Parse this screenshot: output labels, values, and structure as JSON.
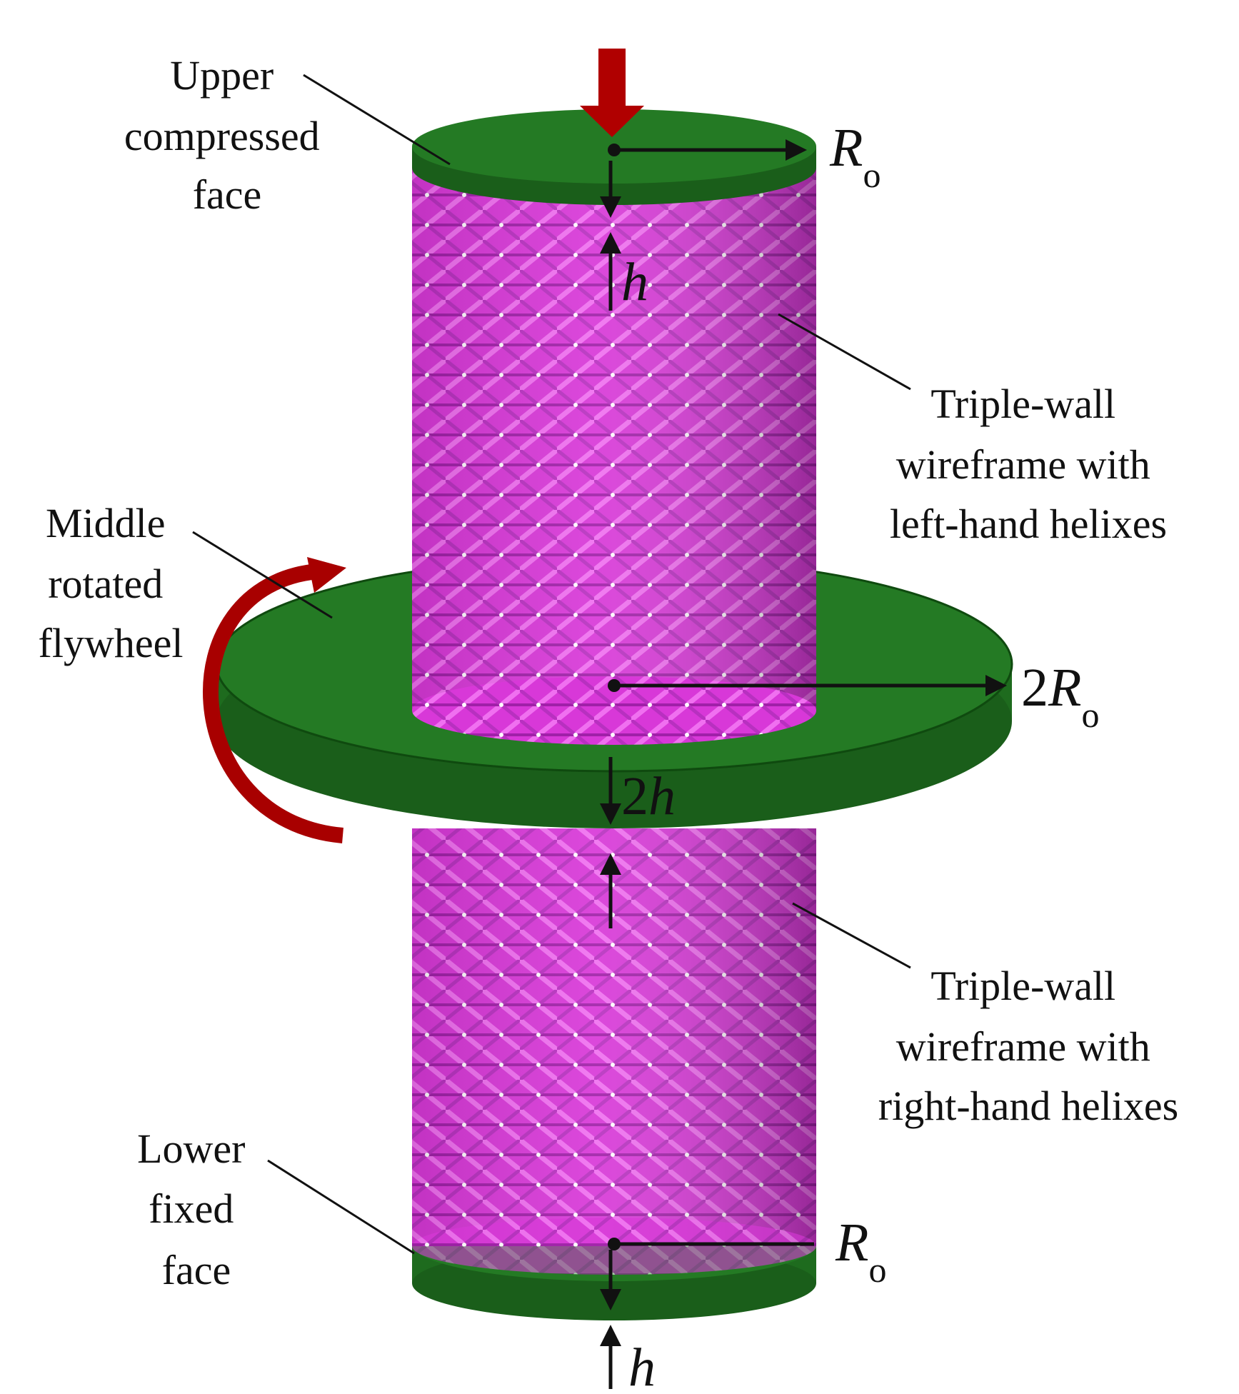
{
  "labels": {
    "upper": [
      "Upper",
      "compressed",
      "face"
    ],
    "middle": [
      "Middle",
      "rotated",
      "flywheel"
    ],
    "lower": [
      "Lower",
      "fixed",
      "face"
    ],
    "wall_left": [
      "Triple-wall",
      "wireframe with",
      "left-hand helixes"
    ],
    "wall_right": [
      "Triple-wall",
      "wireframe with",
      "right-hand helixes"
    ]
  },
  "dimensions": {
    "upper_radius": {
      "main": "R",
      "sub": "o"
    },
    "middle_radius": {
      "prefix": "2",
      "main": "R",
      "sub": "o"
    },
    "lower_radius": {
      "main": "R",
      "sub": "o"
    },
    "upper_height": "h",
    "middle_height": {
      "prefix": "2",
      "main": "h"
    },
    "lower_height": "h"
  },
  "colors": {
    "disk": "#1e6b1e",
    "disk_edge": "#0f4a0f",
    "lattice": "#e040e0",
    "lattice_dark": "#a020a8",
    "arrow": "#b00000"
  },
  "icons": [
    "compression-arrow-icon",
    "rotation-arrow-icon"
  ]
}
